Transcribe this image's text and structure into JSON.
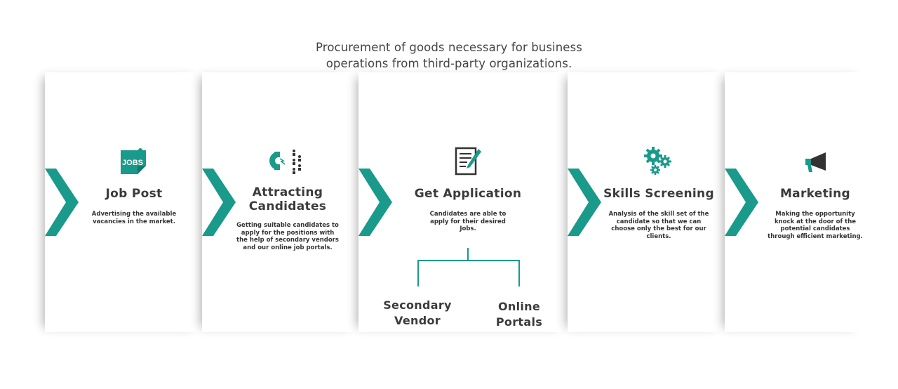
{
  "headline": {
    "line1": "Procurement of goods necessary for business",
    "line2": "operations from third-party organizations."
  },
  "colors": {
    "accent": "#1a9a8a",
    "text": "#3b3b3b"
  },
  "steps": [
    {
      "icon": "jobs-board-icon",
      "icon_text": "JOBS",
      "title": "Job Post",
      "description": "Advertising the available vacancies in the market."
    },
    {
      "icon": "magnet-people-icon",
      "title_line1": "Attracting",
      "title_line2": "Candidates",
      "description": "Getting suitable candidates to apply for the positions with the help of secondary vendors and our online job portals."
    },
    {
      "icon": "document-pen-icon",
      "title": "Get Application",
      "description": "Candidates are able to apply for their desired Jobs."
    },
    {
      "icon": "gears-icon",
      "title": "Skills Screening",
      "description": "Analysis of the skill set of the candidate so that we can choose only the best for our clients."
    },
    {
      "icon": "megaphone-icon",
      "title": "Marketing",
      "description": "Making the opportunity knock at the door of the potential candidates through efficient marketing."
    }
  ],
  "branches": [
    {
      "line1": "Secondary",
      "line2": "Vendor"
    },
    {
      "line1": "Online",
      "line2": "Portals"
    }
  ]
}
